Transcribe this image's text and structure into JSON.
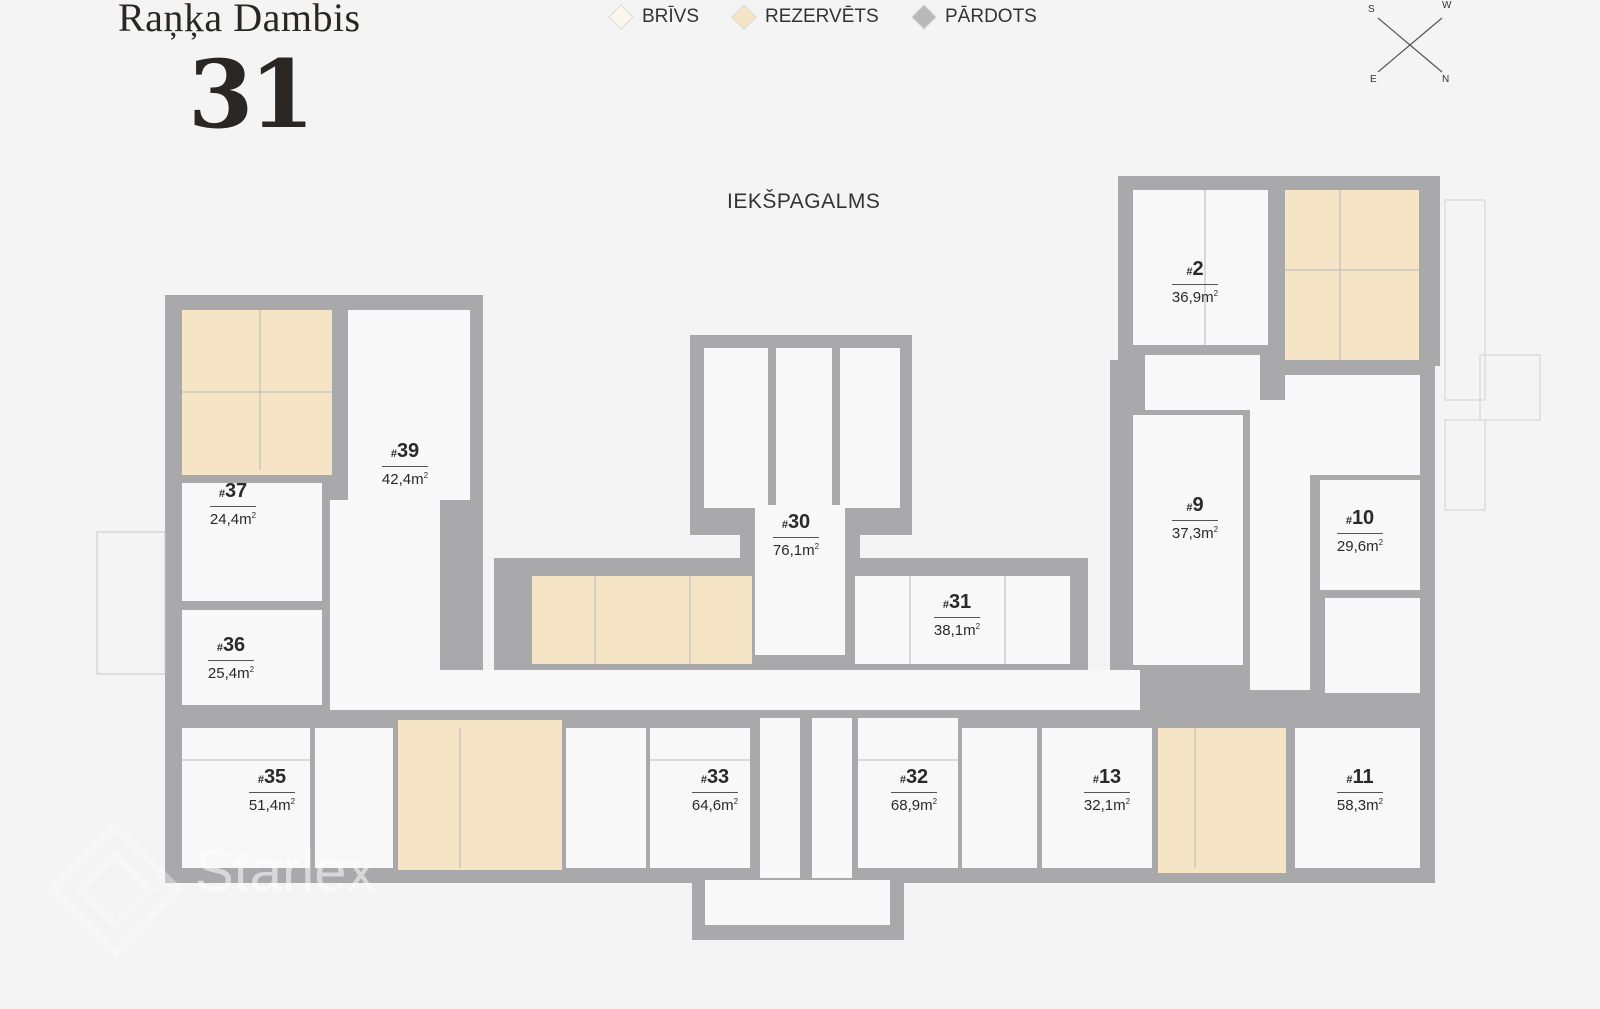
{
  "header": {
    "street": "Raņķa Dambis",
    "number": "31"
  },
  "legend": [
    {
      "label": "BRĪVS",
      "color": "#fbf7ee"
    },
    {
      "label": "REZERVĒTS",
      "color": "#f6e4c6"
    },
    {
      "label": "PĀRDOTS",
      "color": "#b9b9b9"
    }
  ],
  "courtyard_label": "IEKŠPAGALMS",
  "compass": {
    "s": "S",
    "w": "W",
    "e": "E",
    "n": "N"
  },
  "units": [
    {
      "id": "2",
      "area": "36,9"
    },
    {
      "id": "9",
      "area": "37,3"
    },
    {
      "id": "10",
      "area": "29,6"
    },
    {
      "id": "11",
      "area": "58,3"
    },
    {
      "id": "13",
      "area": "32,1"
    },
    {
      "id": "30",
      "area": "76,1"
    },
    {
      "id": "31",
      "area": "38,1"
    },
    {
      "id": "32",
      "area": "68,9"
    },
    {
      "id": "33",
      "area": "64,6"
    },
    {
      "id": "35",
      "area": "51,4"
    },
    {
      "id": "36",
      "area": "25,4"
    },
    {
      "id": "37",
      "area": "24,4"
    },
    {
      "id": "39",
      "area": "42,4"
    }
  ],
  "unit_prefix": "#",
  "area_unit": "m",
  "area_sup": "2",
  "watermark": "Starlex"
}
